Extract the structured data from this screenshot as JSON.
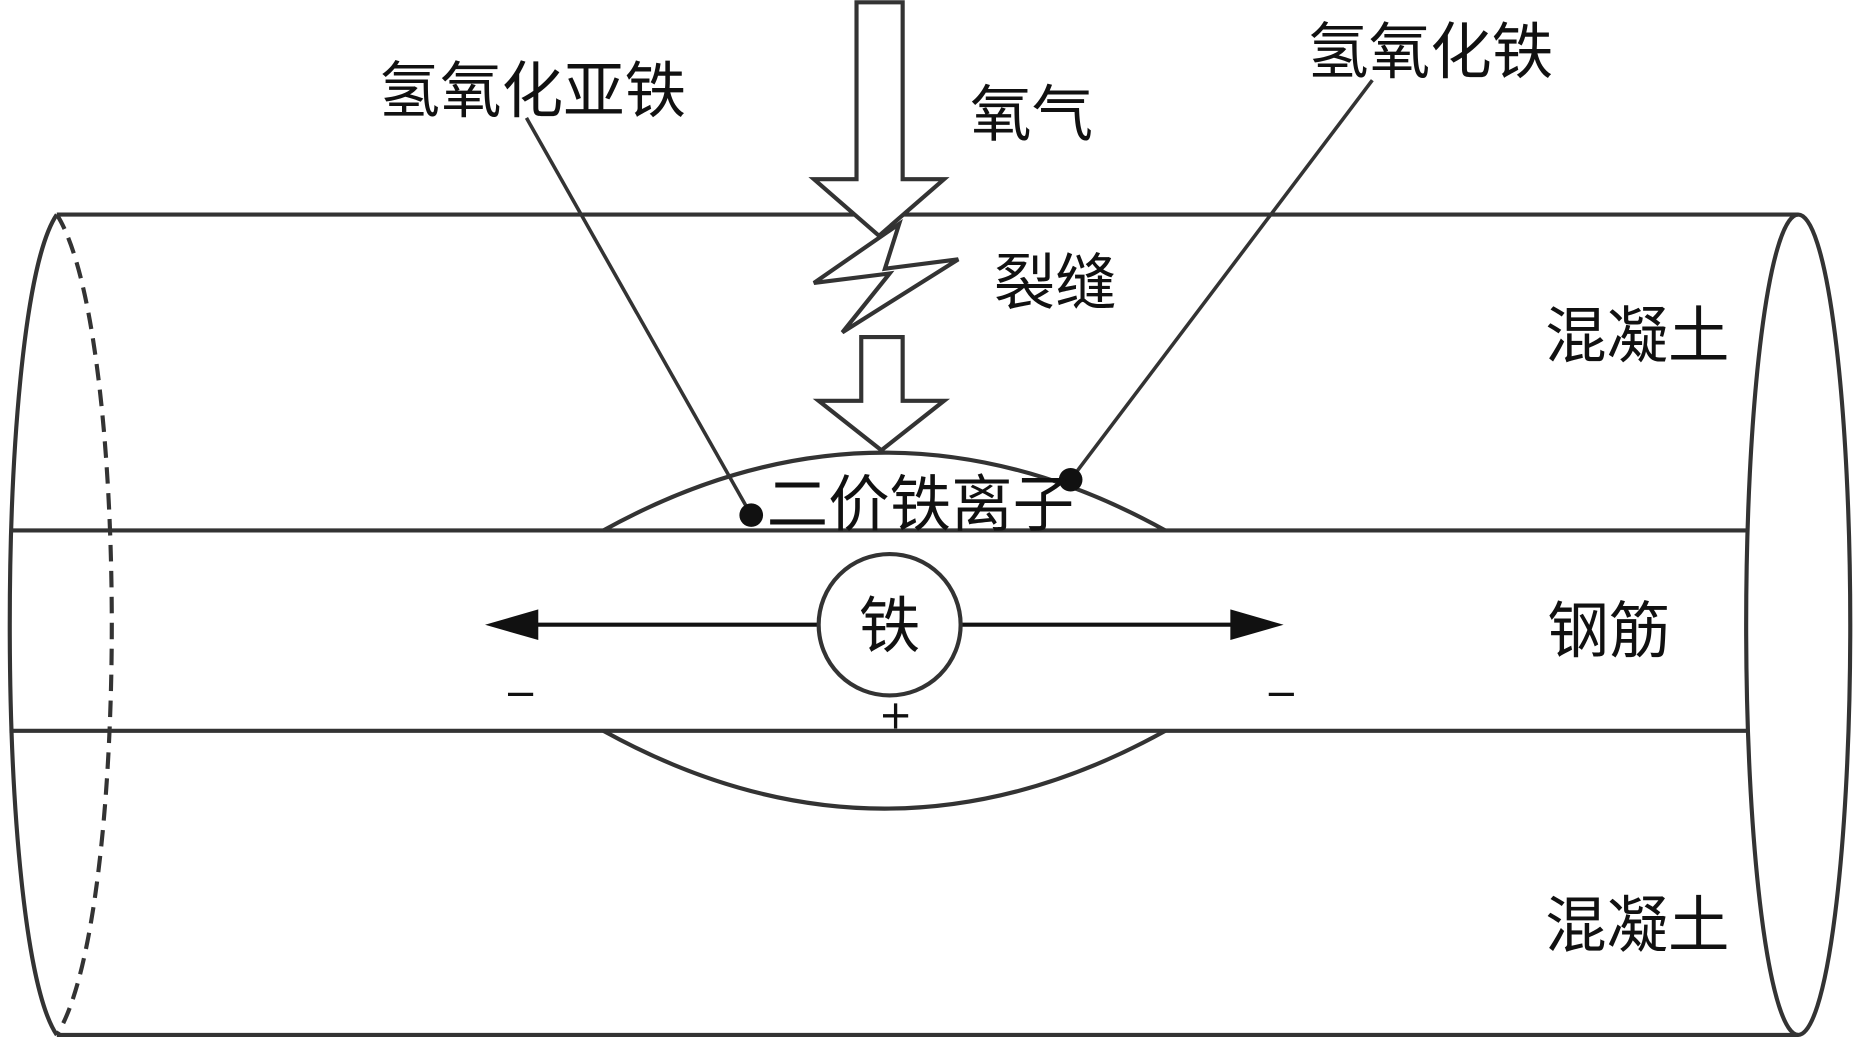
{
  "labels": {
    "ferrous_hydroxide": "氢氧化亚铁",
    "oxygen": "氧气",
    "ferric_hydroxide": "氢氧化铁",
    "crack": "裂缝",
    "concrete_top": "混凝土",
    "rebar": "钢筋",
    "concrete_bottom": "混凝土",
    "ferrous_ion": "二价铁离子",
    "iron": "铁",
    "minus_left": "−",
    "minus_right": "−",
    "plus": "+"
  }
}
